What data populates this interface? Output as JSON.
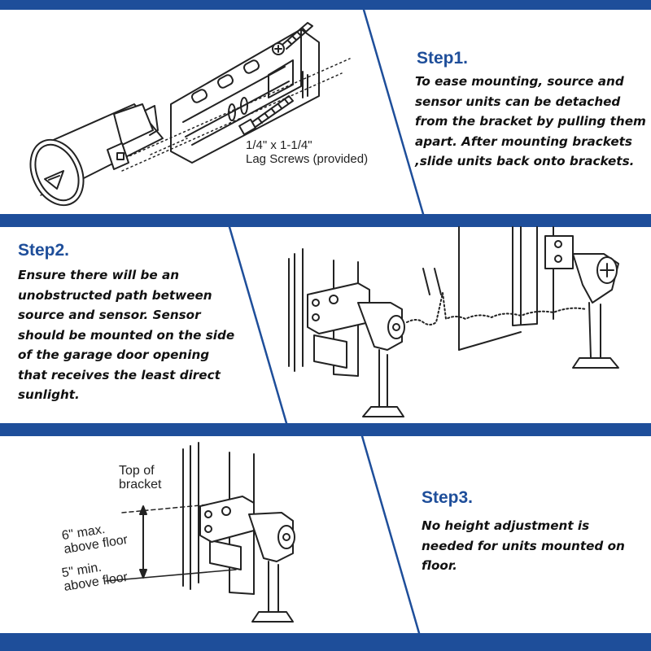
{
  "step1": {
    "title": "Step1.",
    "text": "To ease mounting, source and\nsensor units can be detached\nfrom the bracket by pulling them\napart. After mounting brackets\n,slide units back onto brackets.",
    "screw_label": "1/4\" x 1-1/4\"\nLag Screws (provided)"
  },
  "step2": {
    "title": "Step2.",
    "text": "Ensure there will be an\nunobstructed path between\nsource and sensor. Sensor\nshould be mounted on the side\nof the garage door opening\nthat receives the least direct\nsunlight."
  },
  "step3": {
    "title": "Step3.",
    "text": "No height adjustment is\nneeded for units mounted on\nfloor.",
    "top_label": "Top of\nbracket",
    "max_label": "6\" max.\nabove floor",
    "min_label": "5\" min.\nabove floor"
  },
  "colors": {
    "band": "#1e4e9a",
    "title": "#1e4e9a",
    "line": "#222222"
  }
}
